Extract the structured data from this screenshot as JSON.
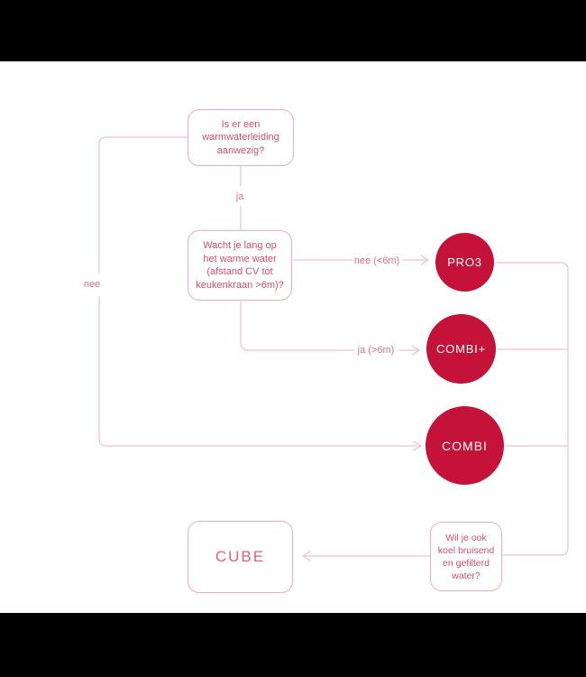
{
  "colors": {
    "letterbox_bar": "#000000",
    "canvas_background": "#ffffff",
    "node_fill": "#c51239",
    "node_text": "#ffffff",
    "connector_line": "#f3bfcb",
    "box_border": "#efadbb",
    "question_text": "#d84f66",
    "edge_label_text": "#e06e82",
    "cube_text": "#e26078"
  },
  "flowchart": {
    "boxes": {
      "q1": {
        "lines": [
          "Is er een",
          "warmwaterleiding",
          "aanwezig?"
        ]
      },
      "q2": {
        "lines": [
          "Wacht je lang op",
          "het warme water",
          "(afstand CV tot",
          "keukenkraan >6m)?"
        ]
      },
      "q3": {
        "lines": [
          "Wil je ook",
          "koel bruisend",
          "en gefilterd",
          "water?"
        ]
      }
    },
    "edge_labels": {
      "ja": "ja",
      "nee": "nee",
      "nee_under_6m": "nee (<6m)",
      "ja_over_6m": "ja (>6m)"
    },
    "nodes": {
      "pro3": "PRO3",
      "combi_plus": "COMBI+",
      "combi": "COMBI",
      "cube": "CUBE"
    }
  }
}
